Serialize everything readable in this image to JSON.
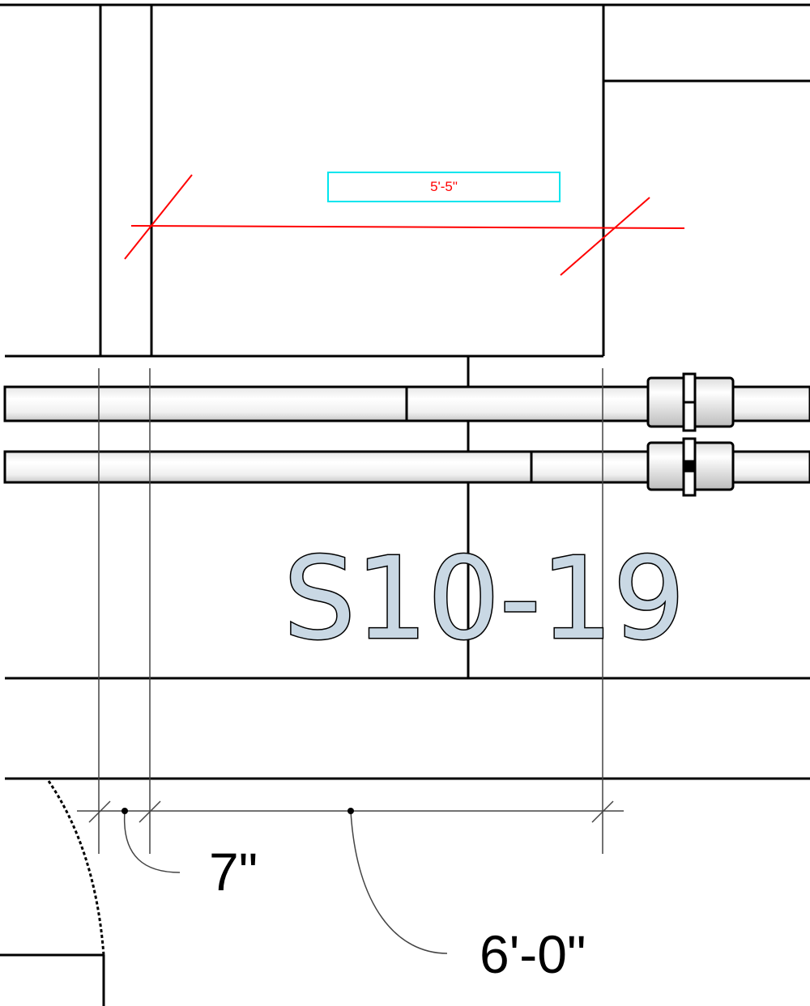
{
  "drawing": {
    "room_tag": "S10-19",
    "measure_label": "5'-5\"",
    "dimension_left": "7\"",
    "dimension_right": "6'-0\""
  },
  "colors": {
    "background": "#ffffff",
    "linework": "#000000",
    "thin_line": "#444444",
    "measure_line": "#ff0000",
    "measure_box": "#00e5ee",
    "room_tag_fill": "#c9d8e4",
    "pipe_fill": "#f4f4f4"
  }
}
